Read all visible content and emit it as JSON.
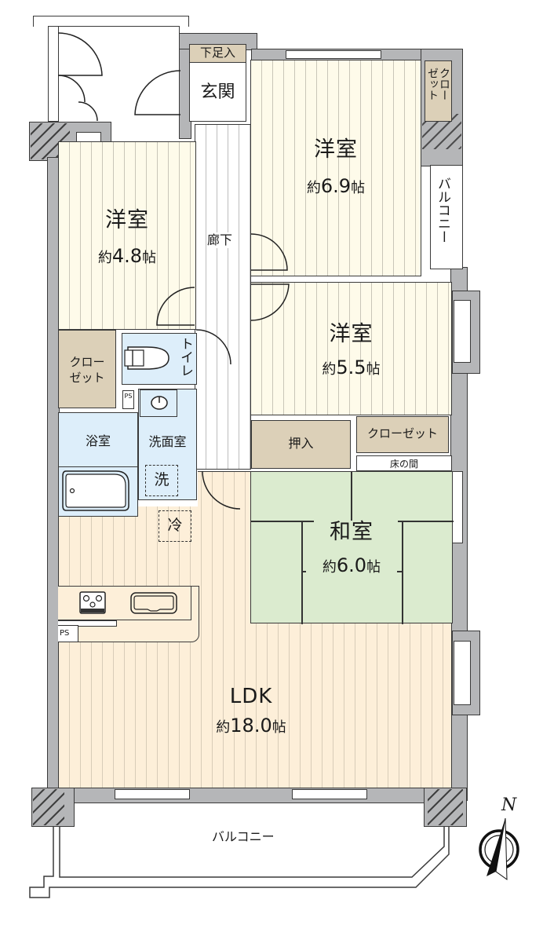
{
  "floorplan": {
    "rooms": {
      "western_room_1": {
        "name": "洋室",
        "size_prefix": "約",
        "size_value": "6.9",
        "size_unit": "帖"
      },
      "western_room_2": {
        "name": "洋室",
        "size_prefix": "約",
        "size_value": "4.8",
        "size_unit": "帖"
      },
      "western_room_3": {
        "name": "洋室",
        "size_prefix": "約",
        "size_value": "5.5",
        "size_unit": "帖"
      },
      "japanese_room": {
        "name": "和室",
        "size_prefix": "約",
        "size_value": "6.0",
        "size_unit": "帖"
      },
      "ldk": {
        "name": "LDK",
        "size_prefix": "約",
        "size_value": "18.0",
        "size_unit": "帖"
      }
    },
    "labels": {
      "entrance": "玄関",
      "shoe_storage": "下足入",
      "hallway": "廊下",
      "toilet": "トイレ",
      "bathroom": "浴室",
      "washroom": "洗面室",
      "washer": "洗",
      "fridge": "冷",
      "closet_horizontal": "クローゼット",
      "closet_left_line1": "クロー",
      "closet_left_line2": "ゼット",
      "closet_top_right_col1": "クロー",
      "closet_top_right_col2": "ゼット",
      "oshiire": "押入",
      "tokonoma": "床の間",
      "balcony_side": "バルコニー",
      "balcony_main": "バルコニー",
      "ps_1": "PS",
      "ps_2": "PS",
      "north": "N"
    },
    "colors": {
      "wall": "#b5b6b8",
      "western_floor": "#fefbea",
      "ldk_floor": "#fdefd9",
      "wet_area": "#ddeefa",
      "closet": "#dcd0b8",
      "tatami": "#dbebcf"
    }
  }
}
